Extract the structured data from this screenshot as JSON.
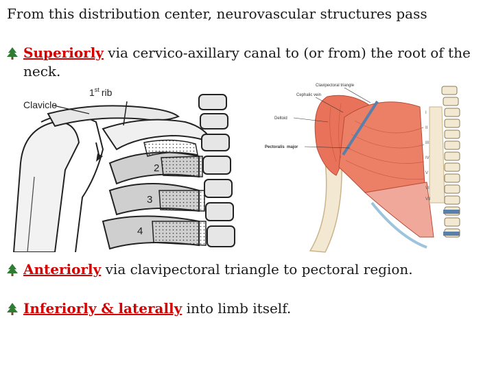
{
  "intro": "From this distribution center, neurovascular structures pass",
  "bullets": [
    {
      "keyword": "Superiorly",
      "text": " via cervico-axillary canal to (or from) the root of the neck."
    },
    {
      "keyword": "Anteriorly",
      "text": " via clavipectoral triangle to pectoral region."
    },
    {
      "keyword": "Inferiorly & laterally",
      "text": " into limb itself."
    }
  ],
  "left_figure": {
    "label_rib": "1st rib",
    "label_rib_base": "1",
    "label_rib_sup": "st",
    "label_rib_word": "rib",
    "label_clavicle": "Clavicle",
    "rib_numbers": [
      "2",
      "3",
      "4"
    ]
  },
  "right_figure": {
    "labels": {
      "clavipectoral": "Clavipectoral triangle",
      "cephalic": "Cephalic vein",
      "deltoid": "Deltoid",
      "pectoralis": "Pectoralis  major"
    },
    "rib_numerals": [
      "I",
      "II",
      "III",
      "IV",
      "V",
      "VI",
      "VII"
    ]
  },
  "colors": {
    "keyword": "#d40000",
    "muscle": "#e8735a",
    "bone": "#f3e9d2",
    "bullet_icon": "#2e7d32"
  },
  "icons": {
    "bullet": "tree-icon"
  }
}
